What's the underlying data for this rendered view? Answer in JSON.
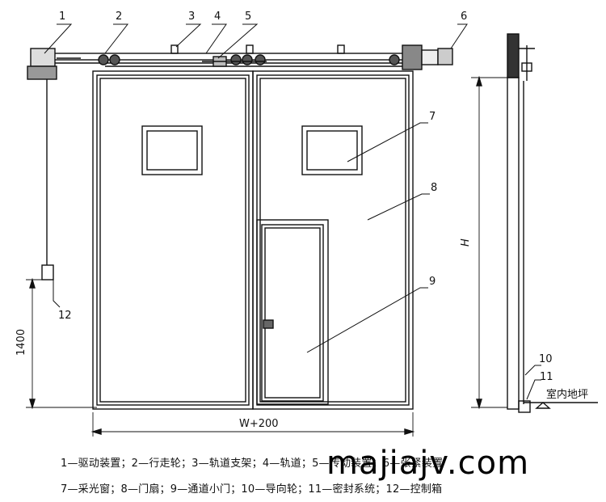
{
  "callouts": {
    "c1": "1",
    "c2": "2",
    "c3": "3",
    "c4": "4",
    "c5": "5",
    "c6": "6",
    "c7": "7",
    "c8": "8",
    "c9": "9",
    "c10": "10",
    "c11": "11",
    "c12": "12"
  },
  "dimensions": {
    "height_label": "H",
    "width_label": "W+200",
    "switch_height": "1400",
    "floor_label": "室内地坪"
  },
  "legend": {
    "line1": "1—驱动装置；2—行走轮；3—轨道支架；4—轨道；5—传动装置；6—张紧装置",
    "line2": "7—采光窗；8—门扇；9—通道小门；10—导向轮；11—密封系统；12—控制箱"
  },
  "watermark": "majiajv.com"
}
